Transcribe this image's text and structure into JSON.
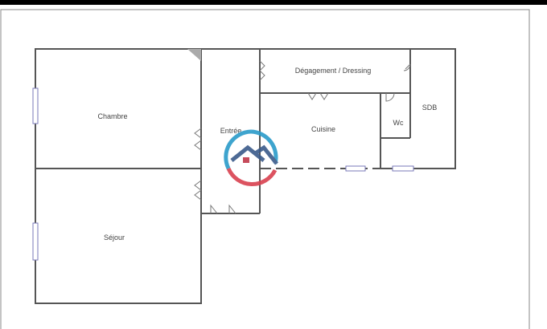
{
  "plan": {
    "rooms": {
      "chambre": "Chambre",
      "sejour": "Séjour",
      "entree": "Entrée",
      "degagement": "Dégagement / Dressing",
      "cuisine": "Cuisine",
      "wc": "Wc",
      "sdb": "SDB"
    }
  },
  "colors": {
    "wall": "#555555",
    "logo_blue": "#2a9bc9",
    "logo_red": "#d9414f"
  }
}
